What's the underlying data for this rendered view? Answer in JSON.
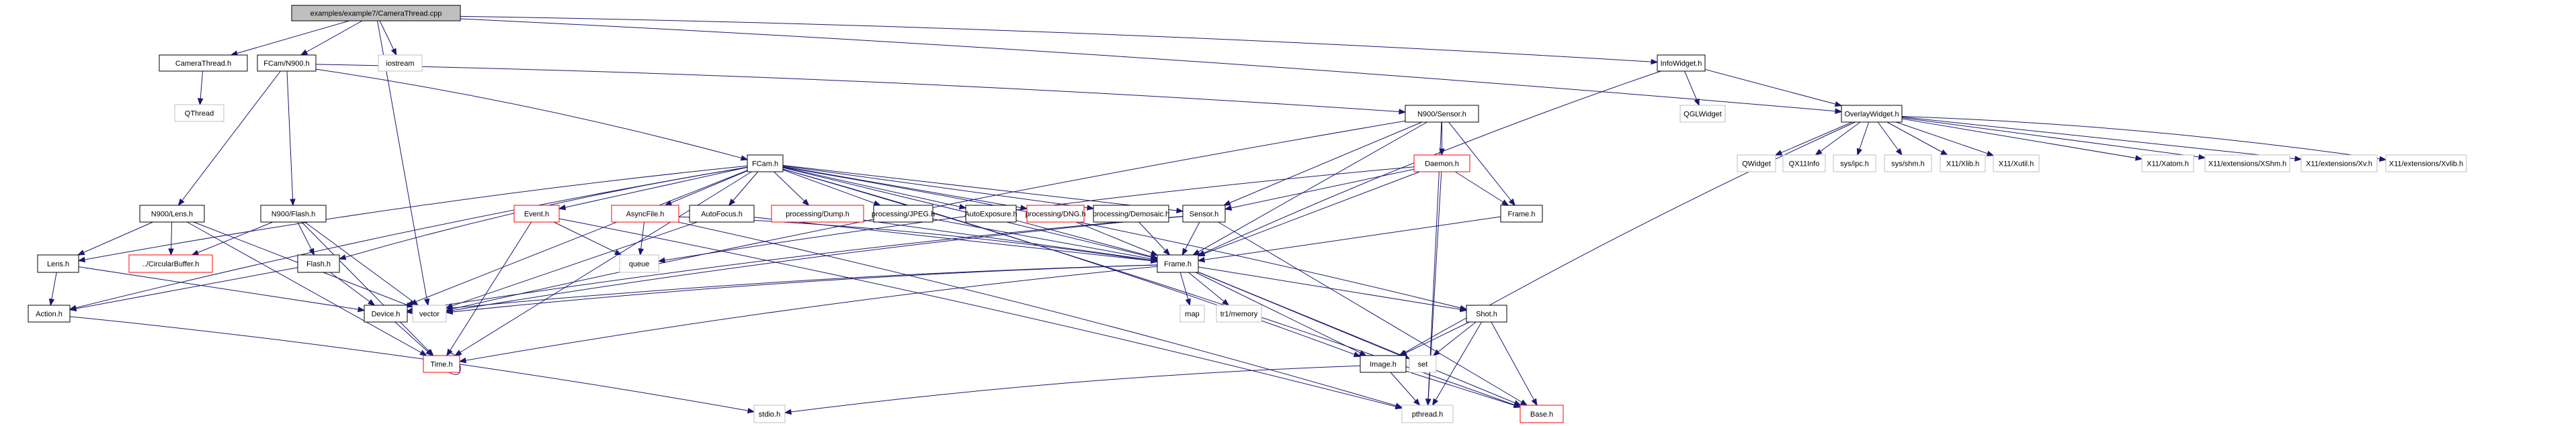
{
  "title": "examples/example7/CameraThread.cpp include dependency graph",
  "colors": {
    "edge": "#191970",
    "root_fill": "#bfbfbf",
    "documented_border": "#000000",
    "undocumented_border": "#ff0000",
    "external_border": "#bfbfbf"
  },
  "nodes": [
    {
      "id": "root",
      "label": "examples/example7/CameraThread.cpp",
      "kind": "root"
    },
    {
      "id": "CameraThread_h",
      "label": "CameraThread.h",
      "kind": "documented"
    },
    {
      "id": "FCam_N900_h",
      "label": "FCam/N900.h",
      "kind": "documented"
    },
    {
      "id": "iostream",
      "label": "iostream",
      "kind": "external"
    },
    {
      "id": "QThread",
      "label": "QThread",
      "kind": "external"
    },
    {
      "id": "InfoWidget_h",
      "label": "InfoWidget.h",
      "kind": "documented"
    },
    {
      "id": "QGLWidget",
      "label": "QGLWidget",
      "kind": "external"
    },
    {
      "id": "OverlayWidget_h",
      "label": "OverlayWidget.h",
      "kind": "documented"
    },
    {
      "id": "N900_Sensor_h",
      "label": "N900/Sensor.h",
      "kind": "documented"
    },
    {
      "id": "FCam_h",
      "label": "FCam.h",
      "kind": "documented"
    },
    {
      "id": "Daemon_h",
      "label": "Daemon.h",
      "kind": "undocumented"
    },
    {
      "id": "N900_Lens_h",
      "label": "N900/Lens.h",
      "kind": "documented"
    },
    {
      "id": "N900_Flash_h",
      "label": "N900/Flash.h",
      "kind": "documented"
    },
    {
      "id": "Event_h",
      "label": "Event.h",
      "kind": "undocumented"
    },
    {
      "id": "AsyncFile_h",
      "label": "AsyncFile.h",
      "kind": "undocumented"
    },
    {
      "id": "AutoFocus_h",
      "label": "AutoFocus.h",
      "kind": "documented"
    },
    {
      "id": "Dump_h",
      "label": "processing/Dump.h",
      "kind": "undocumented"
    },
    {
      "id": "JPEG_h",
      "label": "processing/JPEG.h",
      "kind": "documented"
    },
    {
      "id": "AutoExposure_h",
      "label": "AutoExposure.h",
      "kind": "documented"
    },
    {
      "id": "DNG_h",
      "label": "processing/DNG.h",
      "kind": "undocumented"
    },
    {
      "id": "Demosaic_h",
      "label": "processing/Demosaic.h",
      "kind": "documented"
    },
    {
      "id": "Sensor_h",
      "label": "Sensor.h",
      "kind": "documented"
    },
    {
      "id": "N900_Frame_h",
      "label": "Frame.h",
      "kind": "documented"
    },
    {
      "id": "Lens_h",
      "label": "Lens.h",
      "kind": "documented"
    },
    {
      "id": "CircularBuffer_h",
      "label": "../CircularBuffer.h",
      "kind": "undocumented"
    },
    {
      "id": "Flash_h",
      "label": "Flash.h",
      "kind": "documented"
    },
    {
      "id": "queue",
      "label": "queue",
      "kind": "external"
    },
    {
      "id": "Frame_h",
      "label": "Frame.h",
      "kind": "documented"
    },
    {
      "id": "Action_h",
      "label": "Action.h",
      "kind": "documented"
    },
    {
      "id": "Device_h",
      "label": "Device.h",
      "kind": "documented"
    },
    {
      "id": "vector",
      "label": "vector",
      "kind": "external"
    },
    {
      "id": "map",
      "label": "map",
      "kind": "external"
    },
    {
      "id": "tr1_memory",
      "label": "tr1/memory",
      "kind": "external"
    },
    {
      "id": "Shot_h",
      "label": "Shot.h",
      "kind": "documented"
    },
    {
      "id": "Time_h",
      "label": "Time.h",
      "kind": "undocumented"
    },
    {
      "id": "Image_h",
      "label": "Image.h",
      "kind": "documented"
    },
    {
      "id": "set",
      "label": "set",
      "kind": "external"
    },
    {
      "id": "stdio_h",
      "label": "stdio.h",
      "kind": "external"
    },
    {
      "id": "pthread_h",
      "label": "pthread.h",
      "kind": "external"
    },
    {
      "id": "Base_h",
      "label": "Base.h",
      "kind": "undocumented"
    },
    {
      "id": "QWidget",
      "label": "QWidget",
      "kind": "external"
    },
    {
      "id": "QX11Info",
      "label": "QX11Info",
      "kind": "external"
    },
    {
      "id": "sys_ipc_h",
      "label": "sys/ipc.h",
      "kind": "external"
    },
    {
      "id": "sys_shm_h",
      "label": "sys/shm.h",
      "kind": "external"
    },
    {
      "id": "X11_Xlib_h",
      "label": "X11/Xlib.h",
      "kind": "external"
    },
    {
      "id": "X11_Xutil_h",
      "label": "X11/Xutil.h",
      "kind": "external"
    },
    {
      "id": "X11_Xatom_h",
      "label": "X11/Xatom.h",
      "kind": "external"
    },
    {
      "id": "XShm_h",
      "label": "X11/extensions/XShm.h",
      "kind": "external"
    },
    {
      "id": "Xv_h",
      "label": "X11/extensions/Xv.h",
      "kind": "external"
    },
    {
      "id": "Xvlib_h",
      "label": "X11/extensions/Xvlib.h",
      "kind": "external"
    }
  ],
  "edges": [
    [
      "root",
      "CameraThread_h"
    ],
    [
      "root",
      "FCam_N900_h"
    ],
    [
      "root",
      "iostream"
    ],
    [
      "root",
      "vector"
    ],
    [
      "root",
      "InfoWidget_h"
    ],
    [
      "root",
      "OverlayWidget_h"
    ],
    [
      "CameraThread_h",
      "QThread"
    ],
    [
      "FCam_N900_h",
      "N900_Lens_h"
    ],
    [
      "FCam_N900_h",
      "N900_Flash_h"
    ],
    [
      "FCam_N900_h",
      "FCam_h"
    ],
    [
      "FCam_N900_h",
      "N900_Sensor_h"
    ],
    [
      "InfoWidget_h",
      "QGLWidget"
    ],
    [
      "InfoWidget_h",
      "OverlayWidget_h"
    ],
    [
      "InfoWidget_h",
      "Frame_h"
    ],
    [
      "OverlayWidget_h",
      "QWidget"
    ],
    [
      "OverlayWidget_h",
      "QX11Info"
    ],
    [
      "OverlayWidget_h",
      "sys_ipc_h"
    ],
    [
      "OverlayWidget_h",
      "sys_shm_h"
    ],
    [
      "OverlayWidget_h",
      "X11_Xlib_h"
    ],
    [
      "OverlayWidget_h",
      "X11_Xutil_h"
    ],
    [
      "OverlayWidget_h",
      "X11_Xatom_h"
    ],
    [
      "OverlayWidget_h",
      "XShm_h"
    ],
    [
      "OverlayWidget_h",
      "Xv_h"
    ],
    [
      "OverlayWidget_h",
      "Xvlib_h"
    ],
    [
      "OverlayWidget_h",
      "Image_h"
    ],
    [
      "N900_Sensor_h",
      "Daemon_h"
    ],
    [
      "N900_Sensor_h",
      "Sensor_h"
    ],
    [
      "N900_Sensor_h",
      "N900_Frame_h"
    ],
    [
      "N900_Sensor_h",
      "Frame_h"
    ],
    [
      "N900_Sensor_h",
      "pthread_h"
    ],
    [
      "N900_Sensor_h",
      "vector"
    ],
    [
      "FCam_h",
      "Event_h"
    ],
    [
      "FCam_h",
      "AsyncFile_h"
    ],
    [
      "FCam_h",
      "AutoFocus_h"
    ],
    [
      "FCam_h",
      "Dump_h"
    ],
    [
      "FCam_h",
      "JPEG_h"
    ],
    [
      "FCam_h",
      "AutoExposure_h"
    ],
    [
      "FCam_h",
      "DNG_h"
    ],
    [
      "FCam_h",
      "Demosaic_h"
    ],
    [
      "FCam_h",
      "Sensor_h"
    ],
    [
      "FCam_h",
      "Frame_h"
    ],
    [
      "FCam_h",
      "Lens_h"
    ],
    [
      "FCam_h",
      "Flash_h"
    ],
    [
      "FCam_h",
      "Action_h"
    ],
    [
      "FCam_h",
      "Device_h"
    ],
    [
      "FCam_h",
      "Time_h"
    ],
    [
      "FCam_h",
      "Shot_h"
    ],
    [
      "FCam_h",
      "Image_h"
    ],
    [
      "FCam_h",
      "Base_h"
    ],
    [
      "Daemon_h",
      "Sensor_h"
    ],
    [
      "Daemon_h",
      "N900_Frame_h"
    ],
    [
      "Daemon_h",
      "Frame_h"
    ],
    [
      "Daemon_h",
      "pthread_h"
    ],
    [
      "Daemon_h",
      "queue"
    ],
    [
      "N900_Lens_h",
      "Lens_h"
    ],
    [
      "N900_Lens_h",
      "CircularBuffer_h"
    ],
    [
      "N900_Lens_h",
      "Time_h"
    ],
    [
      "N900_Lens_h",
      "vector"
    ],
    [
      "N900_Flash_h",
      "CircularBuffer_h"
    ],
    [
      "N900_Flash_h",
      "Flash_h"
    ],
    [
      "N900_Flash_h",
      "Time_h"
    ],
    [
      "N900_Flash_h",
      "vector"
    ],
    [
      "Event_h",
      "queue"
    ],
    [
      "Event_h",
      "Time_h"
    ],
    [
      "Event_h",
      "pthread_h"
    ],
    [
      "AsyncFile_h",
      "queue"
    ],
    [
      "AsyncFile_h",
      "Frame_h"
    ],
    [
      "AsyncFile_h",
      "pthread_h"
    ],
    [
      "AutoFocus_h",
      "Frame_h"
    ],
    [
      "AutoFocus_h",
      "vector"
    ],
    [
      "Dump_h",
      "Frame_h"
    ],
    [
      "JPEG_h",
      "Frame_h"
    ],
    [
      "AutoExposure_h",
      "Frame_h"
    ],
    [
      "DNG_h",
      "Frame_h"
    ],
    [
      "Demosaic_h",
      "Frame_h"
    ],
    [
      "Sensor_h",
      "Frame_h"
    ],
    [
      "Sensor_h",
      "Device_h"
    ],
    [
      "Sensor_h",
      "vector"
    ],
    [
      "Sensor_h",
      "Base_h"
    ],
    [
      "N900_Frame_h",
      "Frame_h"
    ],
    [
      "Lens_h",
      "Action_h"
    ],
    [
      "Lens_h",
      "Device_h"
    ],
    [
      "Flash_h",
      "Action_h"
    ],
    [
      "Flash_h",
      "Device_h"
    ],
    [
      "Frame_h",
      "map"
    ],
    [
      "Frame_h",
      "tr1_memory"
    ],
    [
      "Frame_h",
      "Shot_h"
    ],
    [
      "Frame_h",
      "Image_h"
    ],
    [
      "Frame_h",
      "set"
    ],
    [
      "Frame_h",
      "Time_h"
    ],
    [
      "Frame_h",
      "Device_h"
    ],
    [
      "Frame_h",
      "vector"
    ],
    [
      "Frame_h",
      "Base_h"
    ],
    [
      "Action_h",
      "stdio_h"
    ],
    [
      "Device_h",
      "Time_h"
    ],
    [
      "Time_h",
      "Time_h"
    ],
    [
      "Shot_h",
      "Image_h"
    ],
    [
      "Shot_h",
      "set"
    ],
    [
      "Shot_h",
      "pthread_h"
    ],
    [
      "Shot_h",
      "Base_h"
    ],
    [
      "Image_h",
      "stdio_h"
    ],
    [
      "Image_h",
      "pthread_h"
    ],
    [
      "Image_h",
      "Base_h"
    ]
  ]
}
